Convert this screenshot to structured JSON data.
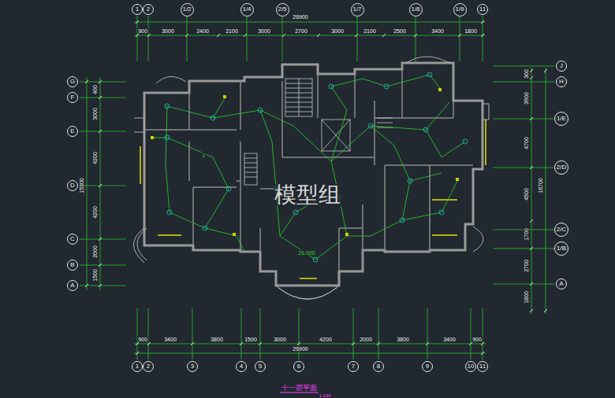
{
  "diagram": {
    "title": "十一层平面",
    "nodes": [
      {
        "text": [
          "1"
        ]
      },
      {
        "text": [
          "2"
        ]
      },
      {
        "text": [
          "1/2"
        ]
      },
      {
        "text": [
          "1/4"
        ]
      },
      {
        "text": [
          "2/5"
        ]
      },
      {
        "text": [
          "1/7"
        ]
      },
      {
        "text": [
          "1/8"
        ]
      },
      {
        "text": [
          "1/9"
        ]
      },
      {
        "text": [
          "11"
        ]
      },
      {
        "text": [
          "G"
        ]
      },
      {
        "text": [
          "F"
        ]
      },
      {
        "text": [
          "E"
        ]
      },
      {
        "text": [
          "D"
        ]
      },
      {
        "text": [
          "C"
        ]
      },
      {
        "text": [
          "B"
        ]
      },
      {
        "text": [
          "A"
        ]
      },
      {
        "text": [
          "J"
        ]
      },
      {
        "text": [
          "H"
        ]
      },
      {
        "text": [
          "1/E"
        ]
      },
      {
        "text": [
          "2/D"
        ]
      },
      {
        "text": [
          "2/C"
        ]
      },
      {
        "text": [
          "1/B"
        ]
      },
      {
        "text": [
          "A"
        ]
      },
      {
        "text": [
          "1"
        ]
      },
      {
        "text": [
          "2"
        ]
      },
      {
        "text": [
          "3"
        ]
      },
      {
        "text": [
          "4"
        ]
      },
      {
        "text": [
          "5"
        ]
      },
      {
        "text": [
          "6"
        ]
      },
      {
        "text": [
          "7"
        ]
      },
      {
        "text": [
          "8"
        ]
      },
      {
        "text": [
          "9"
        ]
      },
      {
        "text": [
          "10"
        ]
      },
      {
        "text": [
          "11"
        ]
      }
    ],
    "labels": [
      "26900",
      "900",
      "3000",
      "2400",
      "2100",
      "3000",
      "2700",
      "3000",
      "2100",
      "2500",
      "3400",
      "1800",
      "900",
      "3400",
      "3800",
      "1500",
      "3000",
      "4200",
      "2000",
      "3800",
      "3400",
      "900",
      "26900",
      "400",
      "3000",
      "4200",
      "4200",
      "2000",
      "1500",
      "15300",
      "300",
      "3900",
      "4700",
      "4500",
      "1700",
      "2700",
      "1800",
      "16700",
      "模型组",
      "3",
      "26.000",
      "1:100"
    ]
  }
}
